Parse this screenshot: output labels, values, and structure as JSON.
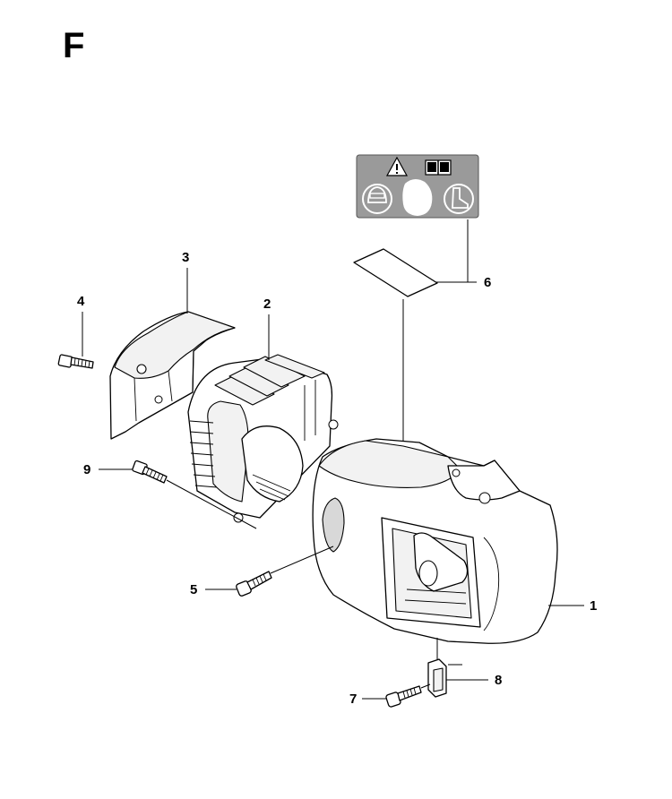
{
  "section_letter": "F",
  "parts": [
    {
      "number": "1",
      "name": "cylinder-cover"
    },
    {
      "number": "2",
      "name": "cooling-shroud"
    },
    {
      "number": "3",
      "name": "top-cover"
    },
    {
      "number": "4",
      "name": "screw"
    },
    {
      "number": "5",
      "name": "screw"
    },
    {
      "number": "6",
      "name": "warning-decal"
    },
    {
      "number": "7",
      "name": "screw"
    },
    {
      "number": "8",
      "name": "clip-nut"
    },
    {
      "number": "9",
      "name": "screw"
    }
  ],
  "decal": {
    "icons": [
      "warning-triangle-icon",
      "manual-book-icon",
      "head-protection-icon",
      "glove-icon",
      "boot-icon"
    ],
    "background_color": "#9a9a9a"
  }
}
